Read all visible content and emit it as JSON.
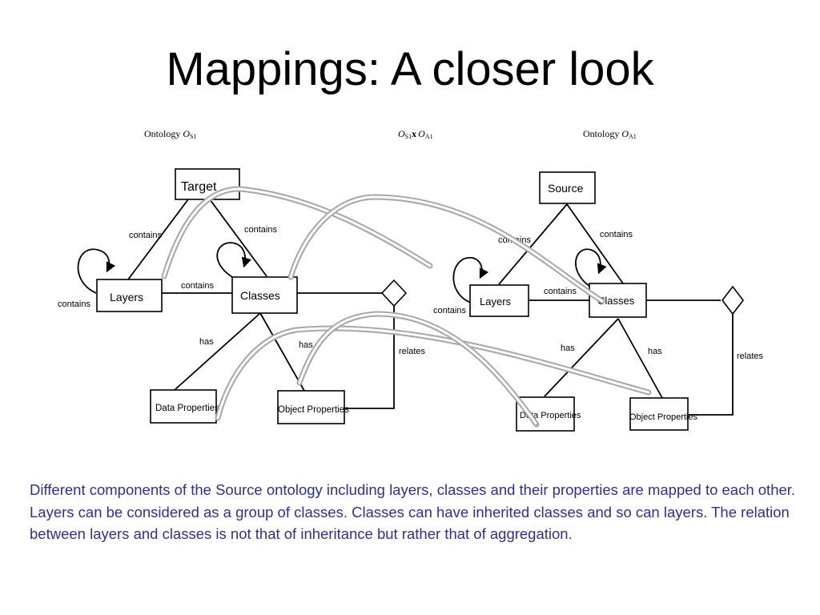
{
  "title": "Mappings: A closer look",
  "ontology_labels": {
    "left": {
      "prefix": "Ontology ",
      "symbol": "O",
      "subscript": "S1"
    },
    "middle": {
      "symbol_a": "O",
      "subscript_a": "S1",
      "operator": "x",
      "symbol_b": "O",
      "subscript_b": "A1"
    },
    "right": {
      "prefix": "Ontology ",
      "symbol": "O",
      "subscript": "A1"
    }
  },
  "left_graph": {
    "root": "Target",
    "layers": "Layers",
    "classes": "Classes",
    "data_properties": "Data Properties",
    "object_properties": "Object Properties",
    "edges": {
      "root_layers": "contains",
      "root_classes": "contains",
      "layers_self": "contains",
      "layers_classes": "contains",
      "classes_data": "has",
      "classes_object": "has",
      "relates": "relates"
    }
  },
  "right_graph": {
    "root": "Source",
    "layers": "Layers",
    "classes": "Classes",
    "data_properties": "Data Properties",
    "object_properties": "Object Properties",
    "edges": {
      "root_layers": "contains",
      "root_classes": "contains",
      "layers_self": "contains",
      "layers_classes": "contains",
      "classes_data": "has",
      "classes_object": "has",
      "relates": "relates"
    }
  },
  "caption": "Different components of the Source ontology including layers, classes and their properties are mapped to each other. Layers can be considered as a group of classes. Classes can have inherited classes and so can layers. The relation between  layers and classes is not that of inheritance but rather that of aggregation.",
  "colors": {
    "caption": "#2e2ea0",
    "mapping_line": "#a8a8a8"
  }
}
